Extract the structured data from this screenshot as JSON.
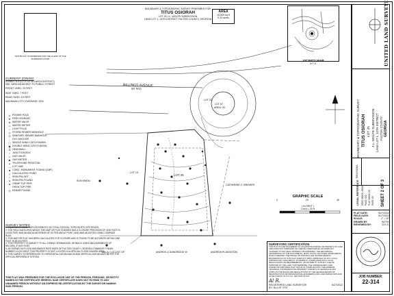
{
  "sheet": {
    "prepared_for_line1": "BOUNDARY & TOPOGRAPHIC SURVEY PREPARED FOR",
    "client": "TITUS OSIORAH",
    "lot_line": "LOT 25 J.L. WOLFE SUBDIVISION",
    "land_lot_line": "LAND LOT 1, 14TH DISTRICT FULTON COUNTY, GEORGIA"
  },
  "area_box": {
    "heading": "AREA",
    "sqft": "10,509 sq ft",
    "acres": "0.24 acres"
  },
  "clerk_box_label": "THIS BLOCK IS RESERVED FOR THE CLERK OF THE SUPERIOR COURT",
  "zoning": {
    "heading": "CURRENT ZONING",
    "lines": [
      "ZONED: R-4 (CITY OF ATLANTA DISTRICT)",
      "NW, YARD ADJACENT TO PUBLIC STREET",
      "FRONT YARD: 25 FEET",
      "SIDE YARD: 7 FEET",
      "REAR YARD: 15 FEET",
      "MAXIMUM LOT COVERAGE: 50%"
    ]
  },
  "legend": {
    "items": [
      "POWER POLE",
      "FIRE HYDRANT",
      "WATER VALVE",
      "WATER METER",
      "LIGHT POLE",
      "STORM SEWER MANHOLE",
      "SANITARY SEWER MANHOLE",
      "GUY ANCHOR",
      "SINGLE WING CATCH BASIN",
      "DOUBLE WING CATCH BASIN",
      "HEADWALL",
      "JUNCTION BOX",
      "GAS VALVE",
      "GAS METER",
      "TELEPHONE PEDESTAL",
      "LOT LINE",
      "CONC. MONUMENT FOUND (CMF)",
      "CALCULATED POINT",
      "IRON PIN SET",
      "IRON PIN FOUND",
      "CRIMP TOP PIPE",
      "OPEN TOP PIPE",
      "REBAR FOUND"
    ]
  },
  "survey_notes": {
    "heading": "SURVEY NOTES",
    "lines": [
      "1. EQUIPMENT USED: TOPCON ROBOTIC 2D TOTAL STATION / TOPCON RTK GPS ROVER.",
      "2. THE FIELD DATA UPON WHICH THIS MAP OR PLAT IS BASED HAS A CLOSURE PRECISION OF ONE FOOT IN 10,000 FEET AND AN ANGULAR ERROR OF 02 PER ANGLE POINT, AND WAS ADJUSTED USING COMPASS RULE.",
      "3. THIS MAP OR PLAT HAS BEEN CALCULATED FOR CLOSURE AND IS FOUND TO BE ACCURATE WITHIN ONE FOOT IN 59,000 FEET.",
      "4. THIS PROPERTY IS SUBJECT TO ALL ZONING ORDINANCES, SETBACK LINES AND EASEMENTS OF RECORD, IF ANY EXIST.",
      "5. AS SHOWN ON FLOOD INSURANCE RATE MAPS OF FULTON COUNTY, GEORGIA COMMUNITY PANEL NUMBER 13121C0261F THIS PROPERTY IS NOT LOCATED IN A SPECIAL FLOOD HAZARD AREA.",
      "6. THIS SURVEY IS REFERENCED TO HORIZONTAL DATUM NAD 83 AND VERTICAL DATUM NAVD 88 PER THE OFFICIAL REFERENCE SYSTEM."
    ],
    "disclaimer": "THIS PLAT WAS PREPARED FOR THE EXCLUSIVE USE OF THE PERSON, PERSONS, OR ENTITY NAMED IN THE CERTIFICATE HEREON. SAID CERTIFICATE DOES NOT EXTEND TO ANY UNNAMED PERSON WITHOUT AN EXPRESS RE-CERTIFICATION BY THE SURVEYOR NAMING SAID PERSON."
  },
  "plan": {
    "street_name": "BILLINGS AVENUE",
    "row": "(50' R/W)",
    "lot_label": "LOT 37",
    "inner_lot": "LOT 67",
    "lot_center_note": "AREA: 00",
    "lot_25": "LOT 25",
    "bottom_left_label": "TALLA / LOCUST OF",
    "bottom_mid_label": "ANDROS & DANDRIDGE W",
    "bottom_right_label": "ANDREW PLANTATION",
    "right_label": "CATHERINE O. BREWER",
    "lot_left": "LOT 15",
    "left_edge_label": "SUN KWON"
  },
  "graphic_scale": {
    "title": "GRAPHIC SCALE",
    "ticks": [
      "0",
      "20",
      "40"
    ],
    "unit": "( IN FEET )",
    "ratio": "1 inch = 20 ft."
  },
  "vicinity": {
    "title": "VICINITY MAP",
    "subtitle": "N.T.S."
  },
  "certification": {
    "heading": "SURVEYORS CERTIFICATION",
    "body": "THIS PLAT IS A RETRACEMENT OF AN EXISTING PARCEL OR PARCELS OF LAND AND DOES NOT SUBDIVIDE OR CREATE A NEW PARCEL OR MAKE ANY CHANGES TO ANY REAL PROPERTY BOUNDARIES. THE RECORDING INFORMATION OF THE DOCUMENTS, MAPS, PLATS, OR OTHER INSTRUMENTS WHICH CREATED THE PARCEL OR PARCELS ARE STATED HEREON. RECORDATION OF THIS PLAT DOES NOT IMPLY APPROVAL OF ANY LOCAL JURISDICTION, AVAILABILITY OF PERMITS, COMPLIANCE WITH LOCAL REGULATIONS OR REQUIREMENTS, OR SUITABILITY FOR ANY USE OR PURPOSE OF THE LAND. FURTHERMORE, THE UNDERSIGNED LAND SURVEYOR CERTIFIES THAT THIS PLAT COMPLIES WITH THE MINIMUM TECHNICAL STANDARDS FOR PROPERTY SURVEYS IN GEORGIA AS SET FORTH IN THE RULES AND REGULATIONS OF THE GEORGIA BOARD OF REGISTRATION FOR PROFESSIONAL ENGINEERS AND LAND SURVEYORS AND AS SET FORTH IN O.C.G.A. SECTION 15-6-67.",
    "signature": "Al R.",
    "date": "5/27/2022",
    "sig_line": "REGISTERED LAND SURVEYOR",
    "by_label": "BY:",
    "license": "No.LSF 3707"
  },
  "revisions": {
    "heading": "REVISIONS"
  },
  "legal_ref": {
    "heading": "LEGAL REFERENCE",
    "lines": [
      "DEED BOOK: 00000",
      "PAGE: 000",
      "PLAT BOOK: 00",
      "PAGE: 00"
    ]
  },
  "title_block": {
    "firm": "UNITED LAND SURVEYING",
    "title_line1": "BOUNDARY & TOPOGRAPHIC SURVEY",
    "client": "TITUS OSIORAH",
    "lot": "LOT 25",
    "subdivision": "J.L. WOLFE SUBDIVISION",
    "land_lot": "LAND LOT 1, 14TH DISTRICT",
    "county": "FULTON COUNTY",
    "state": "GEORGIA",
    "sheet": "SHEET 2 OF 3"
  },
  "project_info": {
    "rows": [
      {
        "label": "PLAT DATE:",
        "value": "5/27/2022"
      },
      {
        "label": "FIELD DATE:",
        "value": "5/17/2022"
      },
      {
        "label": "SCALE:",
        "value": "1\" = 20'"
      },
      {
        "label": "DRAWN BY:",
        "value": "W.F.M."
      },
      {
        "label": "REVIEWED BY:",
        "value": "D.K.S."
      }
    ]
  },
  "seal": {
    "text": "GEORGIA REGISTERED LAND SURVEYOR"
  },
  "job": {
    "label": "JOB NUMBER:",
    "number": "22-314"
  }
}
